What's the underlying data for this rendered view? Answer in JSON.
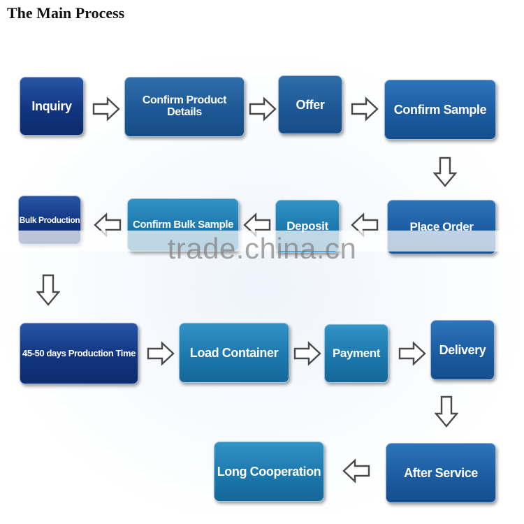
{
  "title": "The Main Process",
  "steps": [
    "Inquiry",
    "Confirm Product Details",
    "Offer",
    "Confirm Sample",
    "Place Order",
    "Deposit",
    "Confirm Bulk Sample",
    "Bulk Production",
    "45-50 days Production  Time",
    "Load Container",
    "Payment",
    "Delivery",
    "After  Service",
    "Long Cooperation"
  ],
  "watermark": "trade.china.cn",
  "icons": [
    "hollow-arrow-right-icon",
    "hollow-arrow-left-icon",
    "hollow-arrow-down-icon"
  ],
  "colors": {
    "box_navy": "#12357f",
    "box_blue": "#1a5a9f",
    "box_teal": "#1b76ab",
    "arrow_stroke": "#4a4a4a"
  }
}
